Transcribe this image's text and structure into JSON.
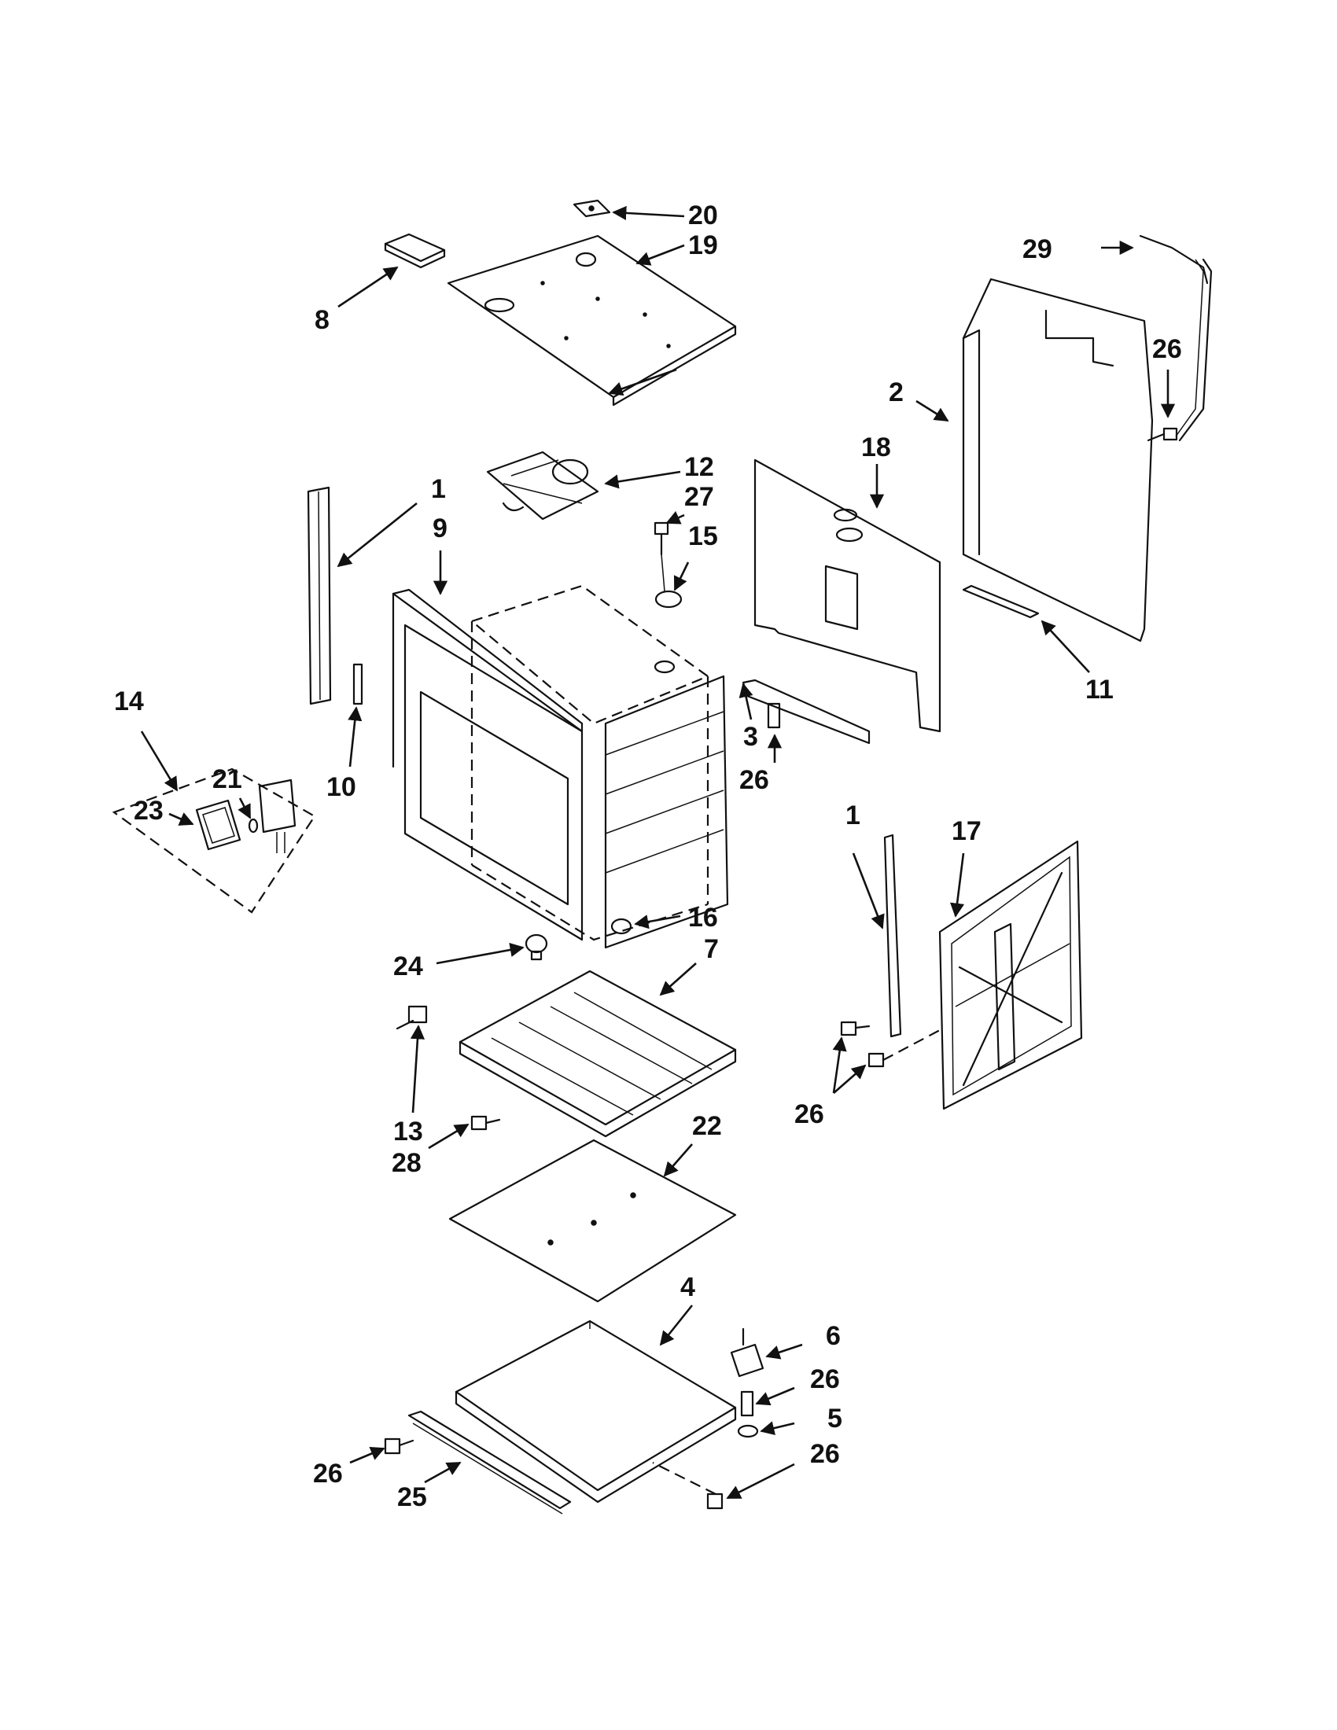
{
  "callouts": {
    "c1a": "1",
    "c1b": "1",
    "c2": "2",
    "c3": "3",
    "c4": "4",
    "c5": "5",
    "c6": "6",
    "c7": "7",
    "c8": "8",
    "c9": "9",
    "c10": "10",
    "c11": "11",
    "c12": "12",
    "c13": "13",
    "c14": "14",
    "c15": "15",
    "c16": "16",
    "c17": "17",
    "c18": "18",
    "c19": "19",
    "c20": "20",
    "c21": "21",
    "c22": "22",
    "c23": "23",
    "c24": "24",
    "c25": "25",
    "c26a": "26",
    "c26b": "26",
    "c26c": "26",
    "c26d": "26",
    "c26e": "26",
    "c26f": "26",
    "c27": "27",
    "c28": "28",
    "c29": "29"
  }
}
